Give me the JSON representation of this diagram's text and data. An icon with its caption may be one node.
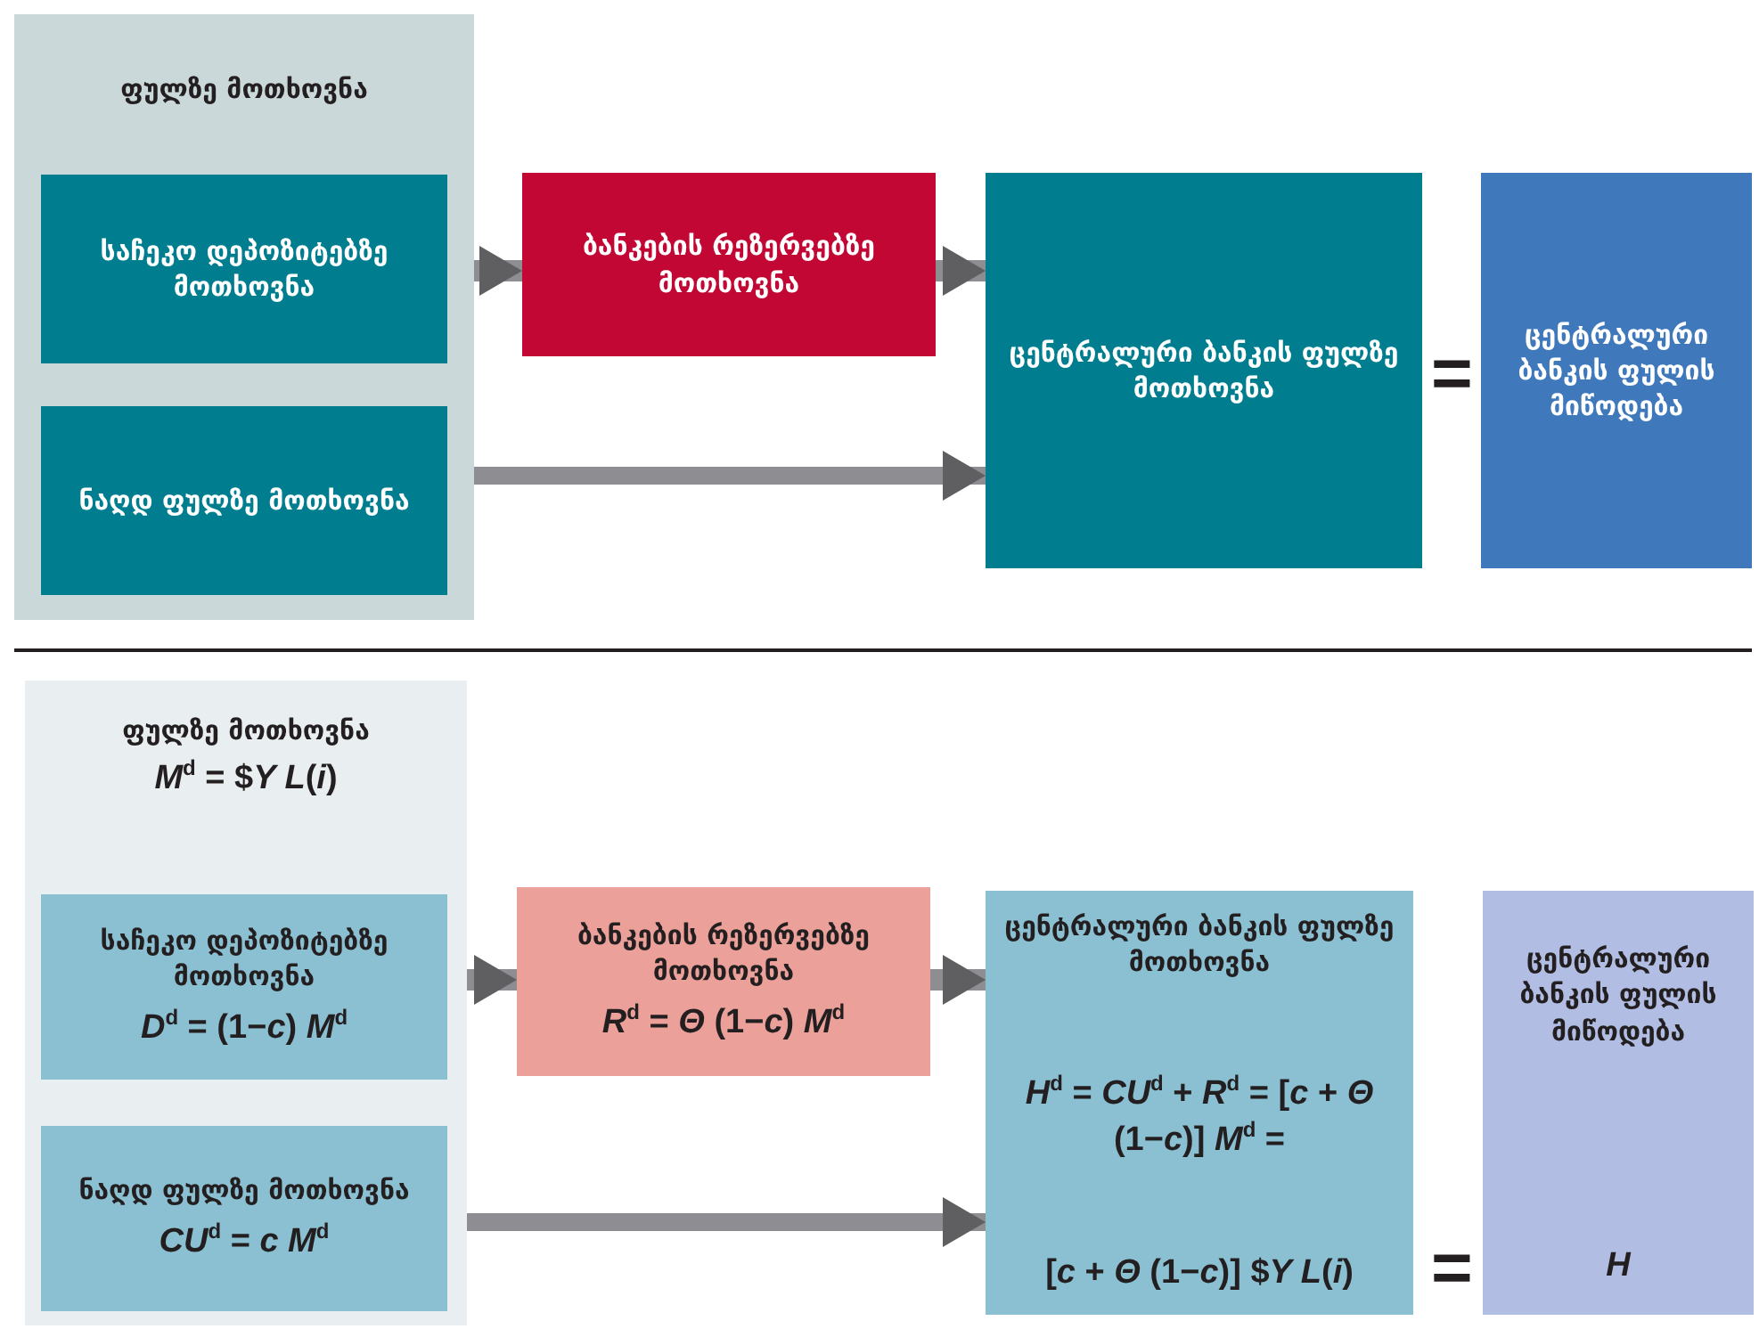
{
  "diagram": {
    "nodes": [
      {
        "text": [
          "ფულზე მოთხოვნა"
        ]
      },
      {
        "text": [
          "საჩეკო დეპოზიტებზე მოთხოვნა"
        ],
        "in": 0
      },
      {
        "text": [
          "ნაღდ ფულზე მოთხოვნა"
        ],
        "in": 0
      },
      {
        "text": [
          "ბანკების რეზერვებზე მოთხოვნა"
        ]
      },
      {
        "text": [
          "ცენტრალური ბანკის ფულზე მოთხოვნა"
        ]
      },
      {
        "text": [
          "ცენტრალური ბანკის ფულის მიწოდება"
        ]
      },
      {
        "text": [
          "ფულზე მოთხოვნა",
          "*M*$^{d}$ = $*Y L*(*i*)"
        ]
      },
      {
        "text": [
          "საჩეკო დეპოზიტებზე მოთხოვნა",
          "*D*$^{d}$ = (1−*c*) *M*$^{d}$"
        ],
        "in": 6
      },
      {
        "text": [
          "ნაღდ ფულზე მოთხოვნა",
          "*CU*$^{d}$ = *c M*$^{d}$"
        ],
        "in": 6
      },
      {
        "text": [
          "ბანკების რეზერვებზე მოთხოვნა",
          "*R*$^{d}$ = *Θ* (1−*c*) *M*$^{d}$"
        ]
      },
      {
        "text": [
          "ცენტრალური ბანკის ფულზე მოთხოვნა",
          "*H*$^{d}$ = *CU*$^{d}$ + *R*$^{d}$ = [*c* + *Θ* (1−*c*)] *M*$^{d}$ =",
          "[*c* + *Θ* (1−*c*)] $*Y L*(*i*)"
        ]
      },
      {
        "text": [
          "ცენტრალური ბანკის ფულის მიწოდება",
          "*H*"
        ]
      }
    ],
    "edges": [
      {
        "from": 1,
        "to": 3,
        "arrow": "to"
      },
      {
        "from": 3,
        "to": 4,
        "arrow": "to"
      },
      {
        "from": 2,
        "to": 4,
        "arrow": "to"
      },
      {
        "from": 7,
        "to": 9,
        "arrow": "to"
      },
      {
        "from": 9,
        "to": 10,
        "arrow": "to"
      },
      {
        "from": 8,
        "to": 10,
        "arrow": "to"
      }
    ],
    "labels": [
      "=",
      "="
    ]
  }
}
